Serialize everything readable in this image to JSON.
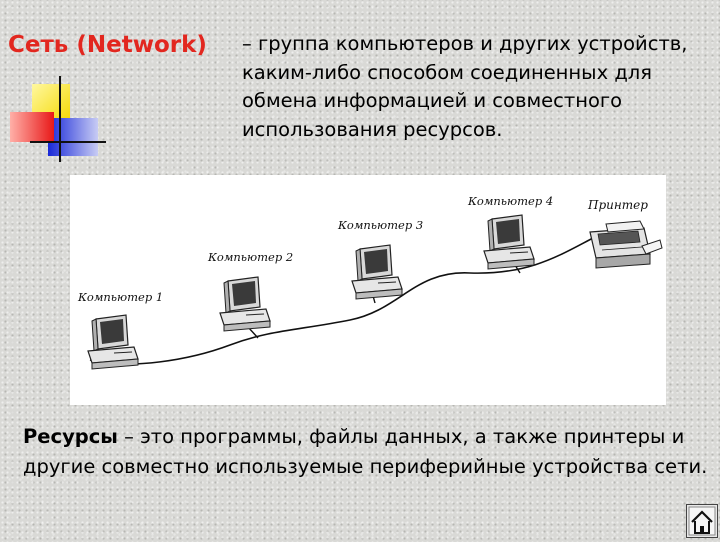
{
  "slide": {
    "title": "Сеть (Network)",
    "definition": "– группа компьютеров и других устройств, каким-либо способом соединенных для обмена информацией и совместного использования ресурсов.",
    "resources_term": "Ресурсы",
    "resources_text": " – это программы, файлы данных, а также принтеры и другие совместно используемые периферийные устройства сети."
  },
  "diagram": {
    "labels": {
      "computer1": "Компьютер 1",
      "computer2": "Компьютер 2",
      "computer3": "Компьютер 3",
      "computer4": "Компьютер 4",
      "printer": "Принтер"
    }
  },
  "colors": {
    "title": "#e2271f",
    "deco_yellow": "#f5e000",
    "deco_red": "#f03030",
    "deco_blue": "#2a3be0"
  },
  "icons": {
    "home": "home-icon"
  }
}
